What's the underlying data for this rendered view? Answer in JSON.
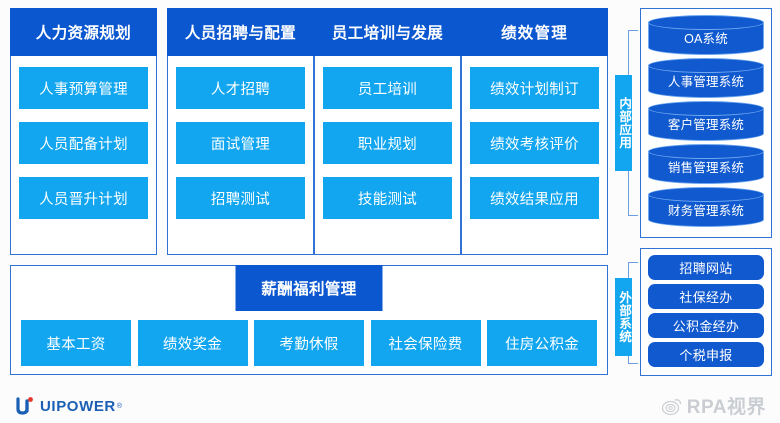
{
  "theme": {
    "header_blue": "#0b57d0",
    "item_cyan": "#11a6ef",
    "cylinder_blue": "#1059cf",
    "border_blue": "#2f73d6",
    "background": "#fcfcfd",
    "logo_blue": "#1a5fb4",
    "logo_dot_red": "#e8362a"
  },
  "columns": [
    {
      "title": "人力资源规划",
      "items": [
        "人事预算管理",
        "人员配备计划",
        "人员晋升计划"
      ]
    },
    {
      "title": "人员招聘与配置",
      "items": [
        "人才招聘",
        "面试管理",
        "招聘测试"
      ]
    },
    {
      "title": "员工培训与发展",
      "items": [
        "员工培训",
        "职业规划",
        "技能测试"
      ]
    },
    {
      "title": "绩效管理",
      "items": [
        "绩效计划制订",
        "绩效考核评价",
        "绩效结果应用"
      ]
    }
  ],
  "bottom": {
    "title": "薪酬福利管理",
    "items": [
      "基本工资",
      "绩效奖金",
      "考勤休假",
      "社会保险费",
      "住房公积金"
    ]
  },
  "internal": {
    "label": "内部应用",
    "items": [
      "OA系统",
      "人事管理系统",
      "客户管理系统",
      "销售管理系统",
      "财务管理系统"
    ]
  },
  "external": {
    "label": "外部系统",
    "items": [
      "招聘网站",
      "社保经办",
      "公积金经办",
      "个税申报"
    ]
  },
  "footer": {
    "logo_text": "UIPOWER",
    "logo_tm": "®",
    "watermark_text": "RPA视界"
  }
}
